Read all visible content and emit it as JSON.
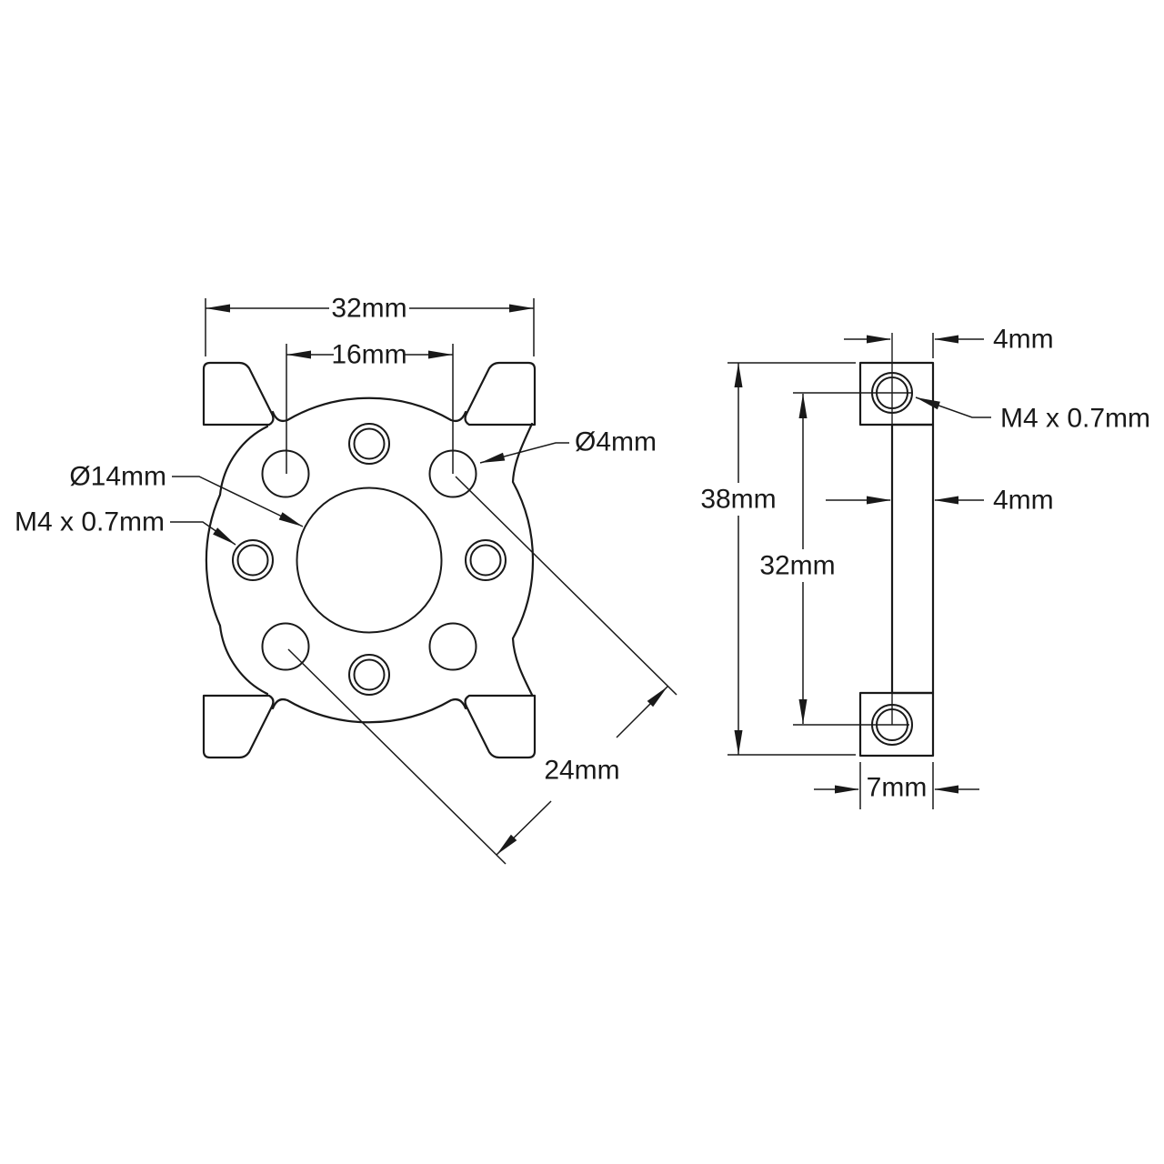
{
  "drawing": {
    "background_color": "#ffffff",
    "line_color": "#191919"
  },
  "front_view": {
    "dim_width": "32mm",
    "dim_hole_spacing": "16mm",
    "dim_diagonal": "24mm",
    "label_thru_hole": "Ø4mm",
    "label_center_bore": "Ø14mm",
    "label_tapped_hole": "M4 x 0.7mm"
  },
  "side_view": {
    "dim_overall_height": "38mm",
    "dim_hole_spacing": "32mm",
    "dim_hole_offset": "4mm",
    "dim_plate_thickness": "4mm",
    "dim_block_width": "7mm",
    "label_tapped_hole": "M4 x 0.7mm"
  }
}
